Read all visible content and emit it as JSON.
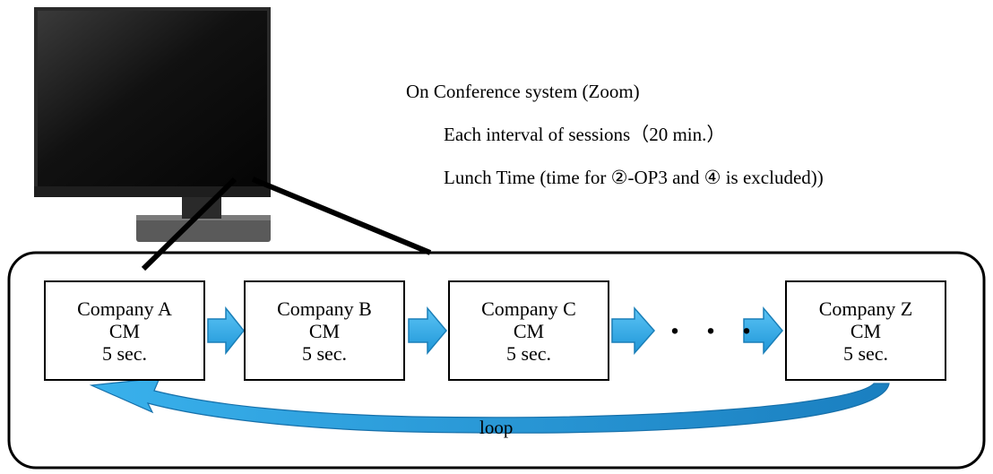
{
  "header": {
    "title": "On Conference system (Zoom)",
    "lines": [
      "Each interval of sessions（20 min.）",
      "Lunch Time (time for ②-OP3 and ④ is excluded))"
    ]
  },
  "flow": {
    "boxes": [
      {
        "company": "Company A",
        "type": "CM",
        "duration": "5 sec."
      },
      {
        "company": "Company B",
        "type": "CM",
        "duration": "5 sec."
      },
      {
        "company": "Company C",
        "type": "CM",
        "duration": "5 sec."
      },
      {
        "company": "Company Z",
        "type": "CM",
        "duration": "5 sec."
      }
    ],
    "ellipsis": "・・・",
    "loop_label": "loop"
  },
  "colors": {
    "arrow_fill": "#2aa7e6",
    "arrow_stroke": "#1a7fb8",
    "monitor_body": "#1e1e1e"
  },
  "icons": {
    "monitor": "monitor-icon",
    "arrow": "arrow-right-icon",
    "loop": "loop-arrow-icon"
  }
}
